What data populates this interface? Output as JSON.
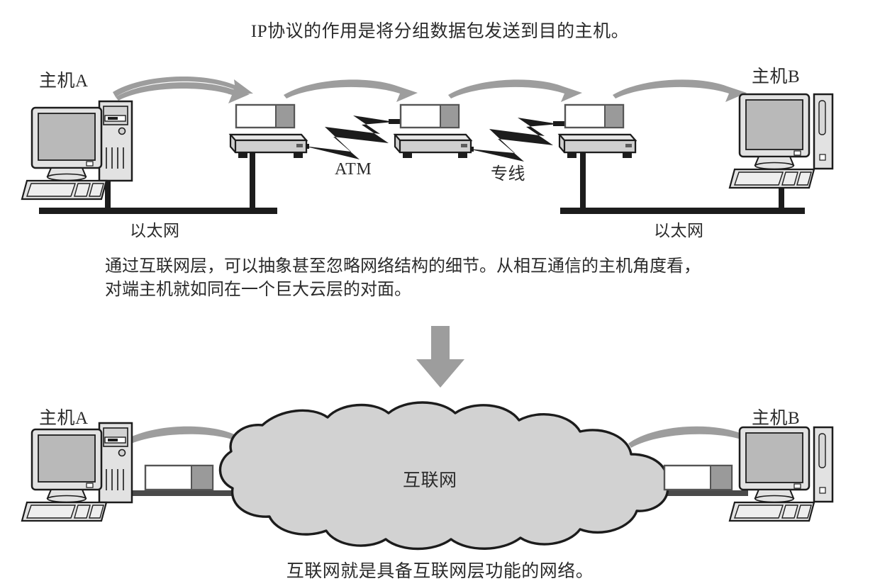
{
  "captions": {
    "top": "IP协议的作用是将分组数据包发送到目的主机。",
    "paragraph_line1": "通过互联网层，可以抽象甚至忽略网络结构的细节。从相互通信的主机角度看，",
    "paragraph_line2": "对端主机就如同在一个巨大云层的对面。",
    "bottom": "互联网就是具备互联网层功能的网络。"
  },
  "diagram_top": {
    "host_a_label": "主机A",
    "host_b_label": "主机B",
    "ethernet_left_label": "以太网",
    "ethernet_right_label": "以太网",
    "link_atm_label": "ATM",
    "link_leased_label": "专线",
    "routers": [
      {
        "name": "router-1"
      },
      {
        "name": "router-2"
      },
      {
        "name": "router-3"
      }
    ],
    "packets": [
      {
        "name": "packet-1"
      },
      {
        "name": "packet-2"
      },
      {
        "name": "packet-3"
      }
    ],
    "arrows": [
      {
        "name": "flow-arrow-1"
      },
      {
        "name": "flow-arrow-2"
      },
      {
        "name": "flow-arrow-3"
      },
      {
        "name": "flow-arrow-4"
      }
    ]
  },
  "transition": {
    "arrow_name": "down-arrow"
  },
  "diagram_bottom": {
    "host_a_label": "主机A",
    "host_b_label": "主机B",
    "cloud_label": "互联网",
    "packets": [
      {
        "name": "packet-left"
      },
      {
        "name": "packet-right"
      }
    ],
    "arrows": [
      {
        "name": "flow-arrow-left"
      },
      {
        "name": "flow-arrow-right"
      }
    ]
  },
  "colors": {
    "page_background": "#ffffff",
    "text": "#2b2b2b",
    "line_dark": "#1c1c1c",
    "arrow_gray": "#9d9d9d",
    "cloud_fill": "#d2d2d2",
    "packet_gray": "#9a9a9a",
    "device_light": "#e2e2e2",
    "device_mid": "#c9c9c9",
    "screen_gray": "#b9b9b9"
  }
}
